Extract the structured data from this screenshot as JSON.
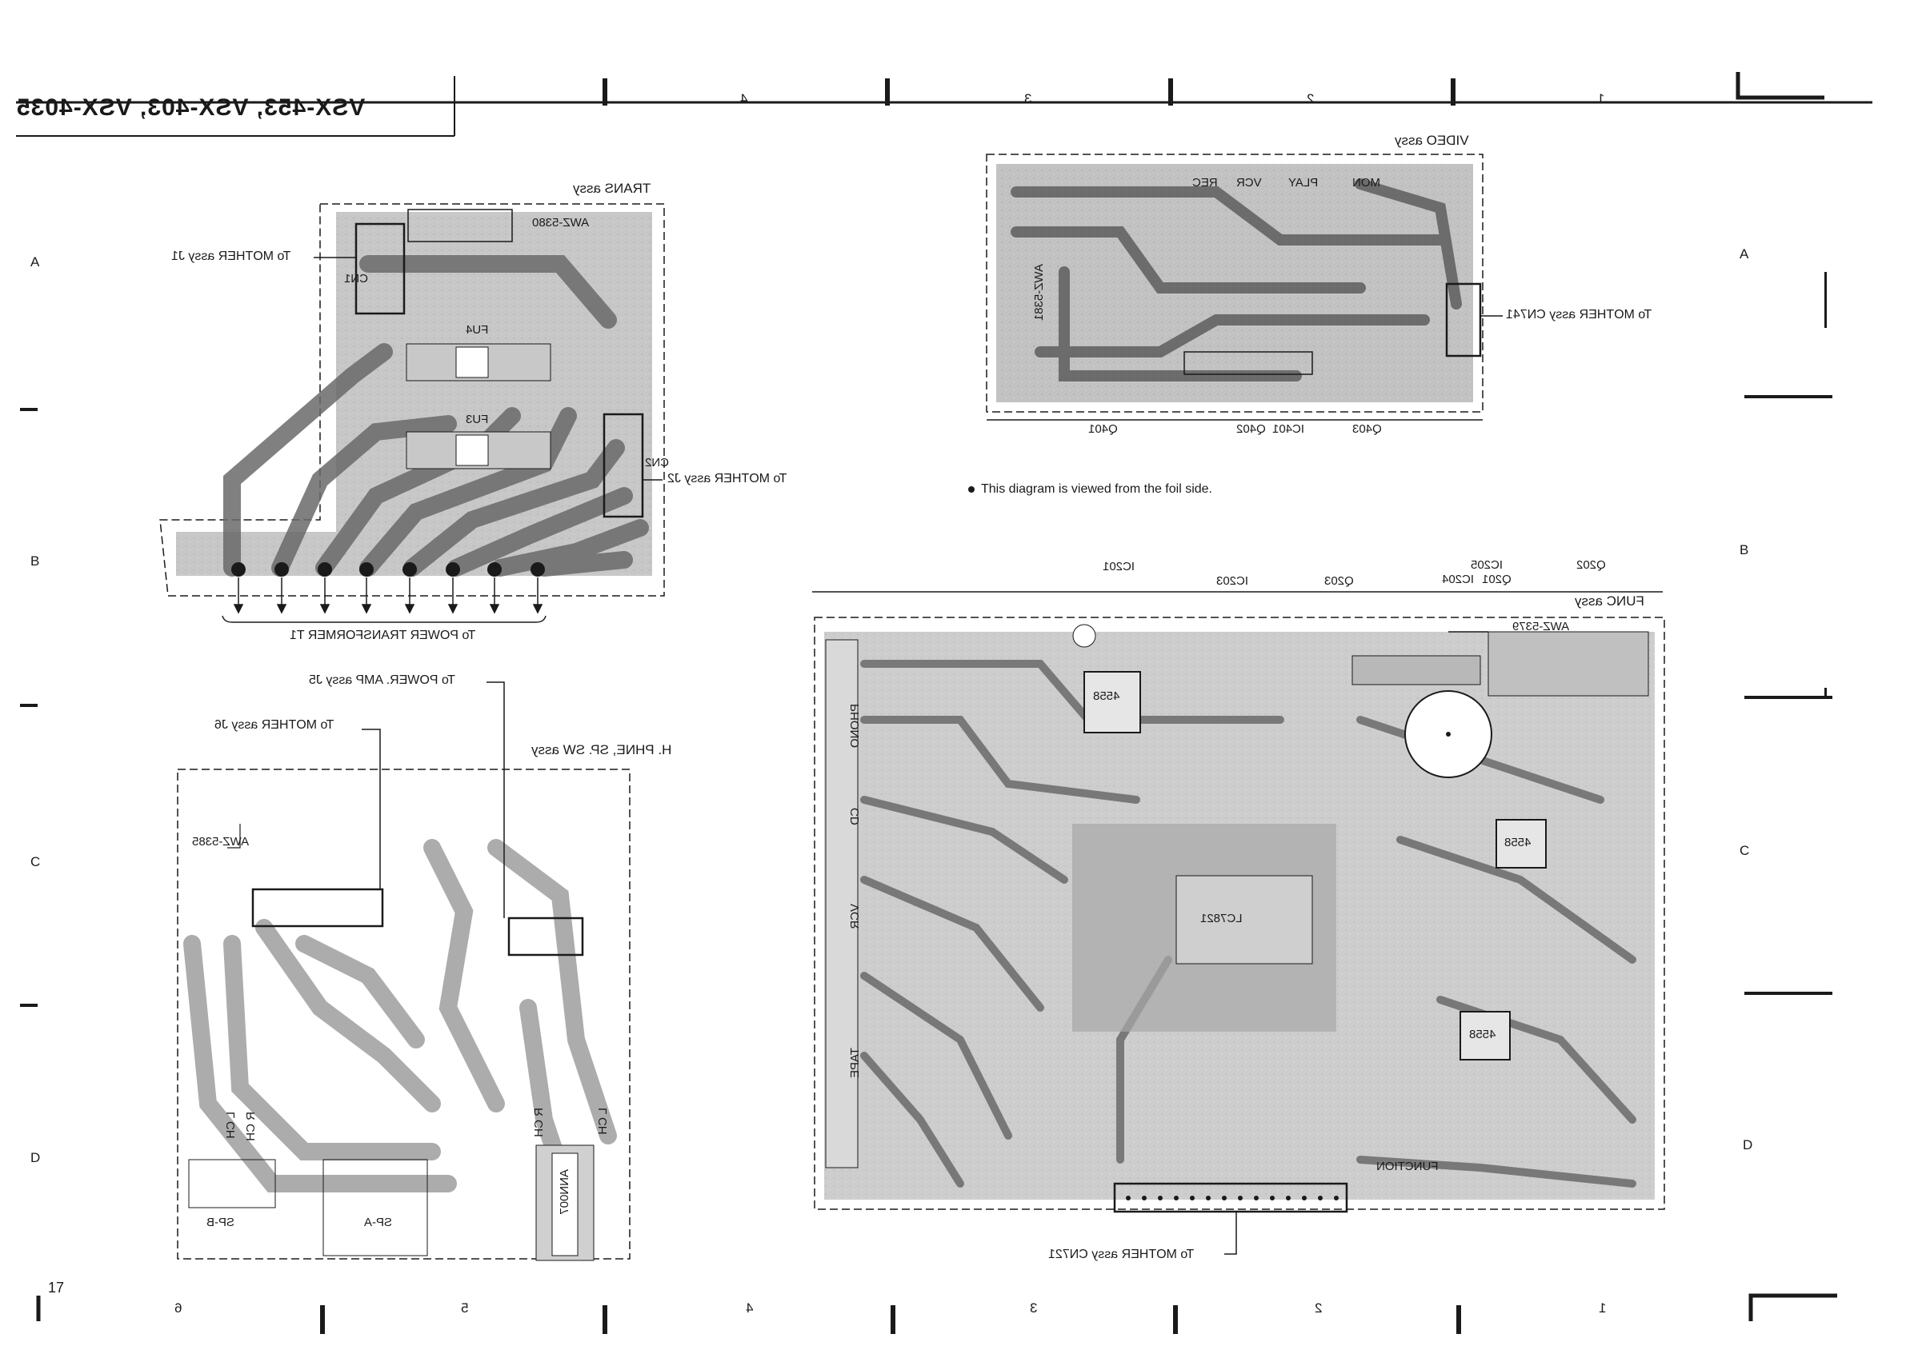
{
  "sheet": {
    "title": "VSX-453, VSX-403, VSX-4035",
    "page_number": "17"
  },
  "ruler": {
    "top_columns": [
      "4",
      "3",
      "2",
      "1"
    ],
    "bottom_columns": [
      "6",
      "5",
      "4",
      "3",
      "2",
      "1"
    ],
    "left_rows": [
      "A",
      "B",
      "C",
      "D"
    ],
    "right_rows": [
      "A",
      "B",
      "C",
      "D"
    ]
  },
  "boards": {
    "trans": {
      "title": "TRANS assy",
      "part_number": "AWZ-5380",
      "callouts": {
        "mother_j1": "To MOTHER assy J1",
        "mother_j2": "To MOTHER assy J2",
        "power_transformer": "To POWER TRANSFORMER T1"
      },
      "components": [
        "FU4",
        "FU3",
        "CN1",
        "CN2"
      ]
    },
    "video": {
      "title": "VIDEO assy",
      "part_number": "AWZ-5381",
      "callouts": {
        "mother_cn741": "To MOTHER assy CN741"
      },
      "refs": [
        "Q401",
        "Q402",
        "IC401",
        "Q403"
      ],
      "silk": [
        "MON",
        "VCR",
        "PLAY",
        "REC"
      ]
    },
    "func": {
      "title": "FUNC assy",
      "part_number": "AWZ-5379",
      "callouts": {
        "mother_cn721": "To MOTHER assy CN721"
      },
      "refs_top": [
        "IC201",
        "IC203",
        "Q203",
        "Q201",
        "IC204",
        "IC205",
        "Q202"
      ],
      "chips": [
        "4558",
        "LC7821",
        "4558",
        "4558"
      ],
      "silk": [
        "PHONO",
        "TAPE",
        "CD",
        "VCR",
        "FUNCTION"
      ]
    },
    "hphne": {
      "title": "H. PHNE, SP. SW assy",
      "part_number": "AWZ-5385",
      "callouts": {
        "power_amp_j5": "To POWER. AMP assy J5",
        "mother_j6": "To MOTHER assy J6"
      },
      "silk": [
        "SP-A",
        "SP-B",
        "L CH",
        "R CH",
        "L CH",
        "R CH",
        "ANN007"
      ]
    }
  },
  "note": {
    "text": "This diagram is viewed from the foil side."
  },
  "colors": {
    "ink": "#1a1a1a",
    "pcb_fill": "#8c8c8c",
    "pcb_light": "#b4b4b4",
    "paper": "#ffffff"
  }
}
